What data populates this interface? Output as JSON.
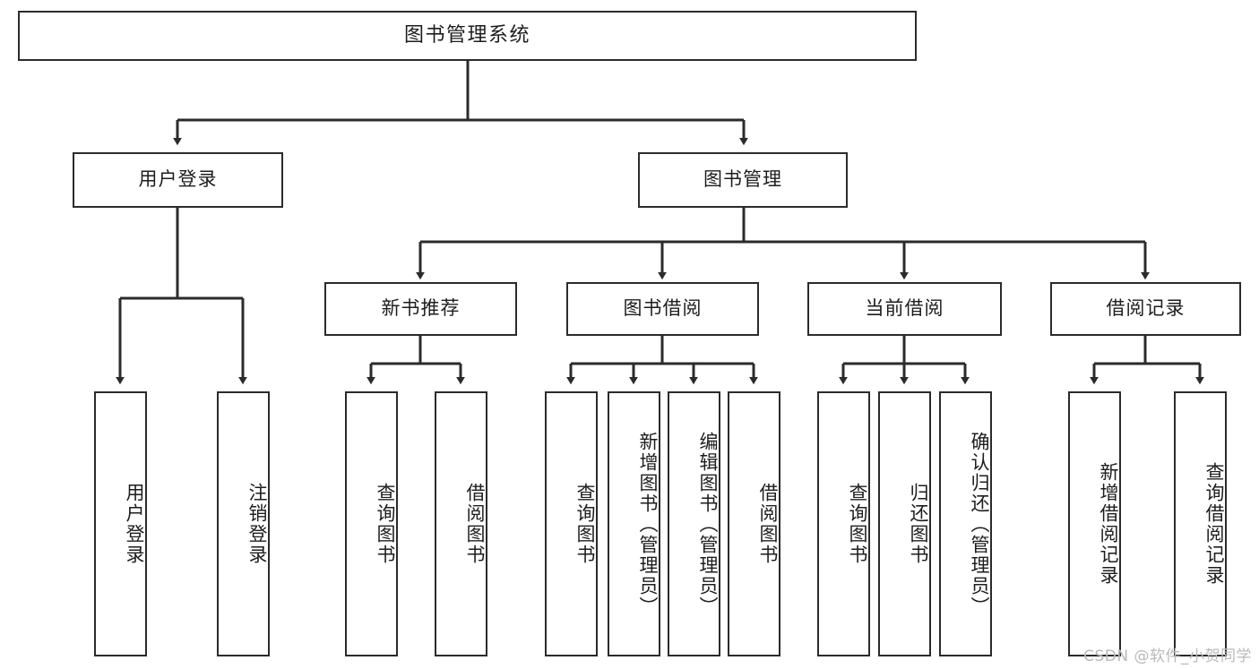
{
  "diagram": {
    "title": "图书管理系统",
    "type": "tree-hierarchy",
    "watermark": "CSDN @软件_小贺同学",
    "colors": {
      "box_border": "#2b2b2b",
      "box_fill": "#ffffff",
      "edge": "#2b2b2b",
      "text": "#1d1d1d",
      "watermark": "#b9b9b9"
    },
    "nodes": {
      "root": {
        "label": "图书管理系统"
      },
      "level1": [
        {
          "id": "user-login",
          "label": "用户登录"
        },
        {
          "id": "book-management",
          "label": "图书管理"
        }
      ],
      "level2": [
        {
          "id": "new-book-recommend",
          "label": "新书推荐"
        },
        {
          "id": "book-borrow",
          "label": "图书借阅"
        },
        {
          "id": "current-borrow",
          "label": "当前借阅"
        },
        {
          "id": "borrow-record",
          "label": "借阅记录"
        }
      ],
      "leaves": {
        "user_login": [
          {
            "id": "leaf-user-login",
            "label": "用户登录"
          },
          {
            "id": "leaf-logout-login",
            "label": "注销登录"
          }
        ],
        "new_book_recommend": [
          {
            "id": "leaf-query-book-1",
            "label": "查询图书"
          },
          {
            "id": "leaf-borrow-book-1",
            "label": "借阅图书"
          }
        ],
        "book_borrow": [
          {
            "id": "leaf-query-book-2",
            "label": "查询图书"
          },
          {
            "id": "leaf-add-book",
            "label": "新增图书（管理员）"
          },
          {
            "id": "leaf-edit-book",
            "label": "编辑图书（管理员）"
          },
          {
            "id": "leaf-borrow-book-2",
            "label": "借阅图书"
          }
        ],
        "current_borrow": [
          {
            "id": "leaf-query-book-3",
            "label": "查询图书"
          },
          {
            "id": "leaf-return-book",
            "label": "归还图书"
          },
          {
            "id": "leaf-confirm-return",
            "label": "确认归还（管理员）"
          }
        ],
        "borrow_record": [
          {
            "id": "leaf-add-record",
            "label": "新增借阅记录"
          },
          {
            "id": "leaf-query-record",
            "label": "查询借阅记录"
          }
        ]
      }
    }
  }
}
